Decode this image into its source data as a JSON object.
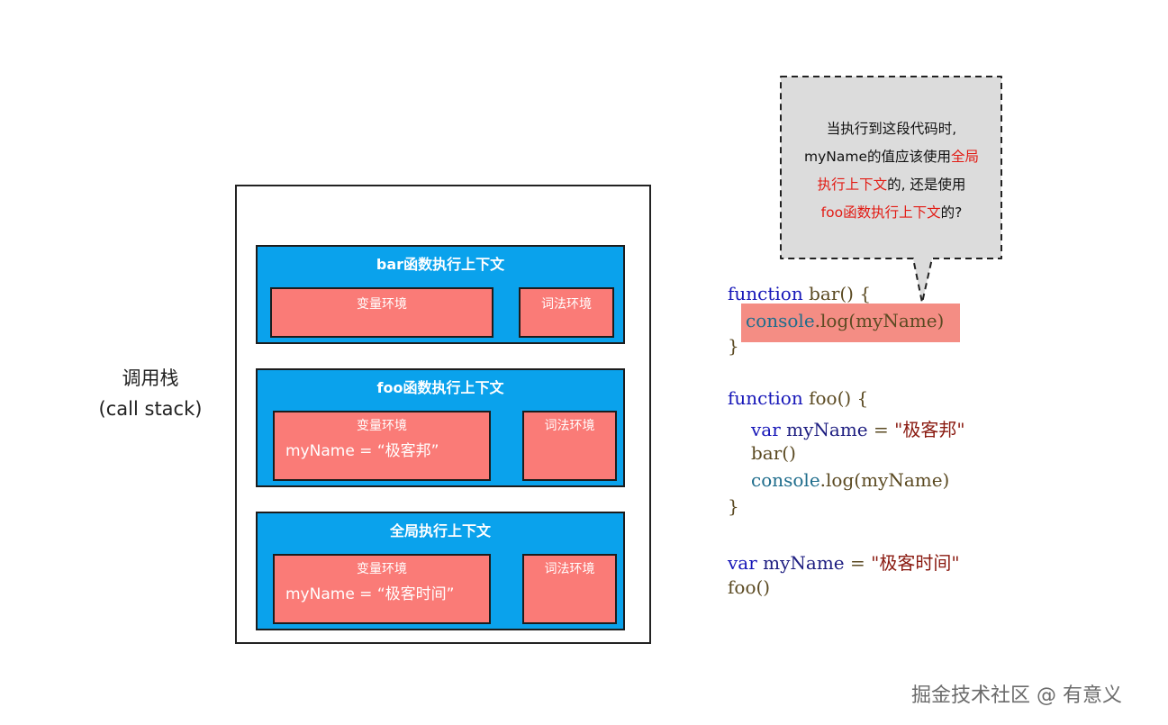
{
  "call_stack": {
    "label_line1": "调用栈",
    "label_line2": "(call stack)"
  },
  "contexts": [
    {
      "title": "bar函数执行上下文",
      "variable_env": {
        "title": "变量环境",
        "vars": []
      },
      "lexical_env": {
        "title": "词法环境"
      }
    },
    {
      "title": "foo函数执行上下文",
      "variable_env": {
        "title": "变量环境",
        "vars": [
          "myName = “极客邦”"
        ]
      },
      "lexical_env": {
        "title": "词法环境"
      }
    },
    {
      "title": "全局执行上下文",
      "variable_env": {
        "title": "变量环境",
        "vars": [
          "myName = “极客时间”"
        ]
      },
      "lexical_env": {
        "title": "词法环境"
      }
    }
  ],
  "bubble": {
    "line1": "当执行到这段代码时,",
    "line2_a": "myName的值应该使用",
    "line2_b": "全局",
    "line3_a": "执行上下文",
    "line3_b": "的, 还是使用",
    "line4_a": "foo函数执行上下文",
    "line4_b": "的?"
  },
  "code": {
    "line1_kw": "function",
    "line1_rest": " bar() {",
    "line2_obj": "console",
    "line2_rest": ".log(myName)",
    "line3": "}",
    "line4_kw": "function",
    "line4_rest": " foo() {",
    "line5_kw": "var",
    "line5_id": " myName",
    "line5_eq": " = ",
    "line5_str": "\"极客邦\"",
    "line6": "bar()",
    "line7_obj": "console",
    "line7_rest": ".log(myName)",
    "line8": "}",
    "line9_kw": "var",
    "line9_id": " myName",
    "line9_eq": " = ",
    "line9_str": "\"极客时间\"",
    "line10": "foo()"
  },
  "colors": {
    "context_blue": "#0aa2ec",
    "env_red": "#fa7b77",
    "highlight": "#f48d84",
    "bubble_fill": "#dcdcdc",
    "accent_red": "#e21b14"
  },
  "watermark": "掘金技术社区 @ 有意义"
}
